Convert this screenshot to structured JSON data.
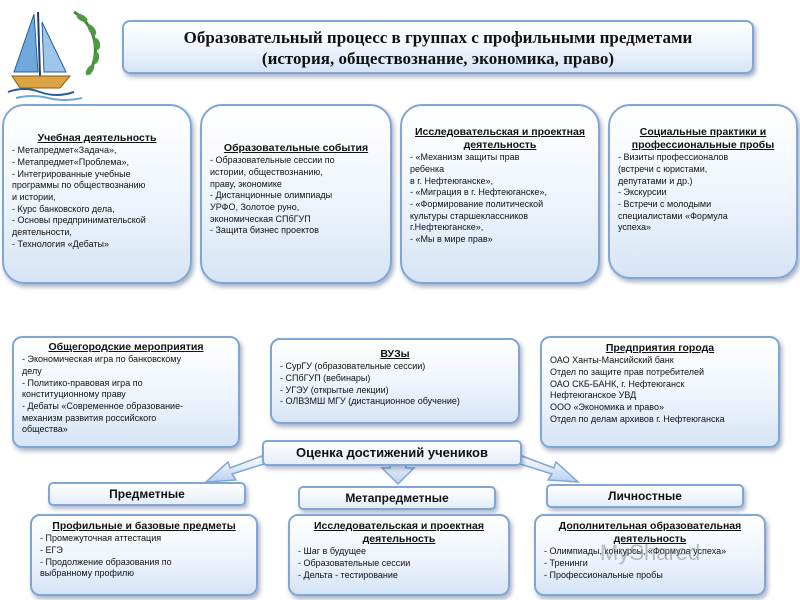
{
  "header": {
    "line1": "Образовательный процесс в группах с профильными предметами",
    "line2": "(история, обществознание, экономика, право)"
  },
  "top_boxes": [
    {
      "title": "Учебная деятельность",
      "items": [
        "- Метапредмет«Задача»,",
        "- Метапредмет«Проблема»,",
        "- Интегрированные учебные",
        "программы по обществознанию",
        "и истории,",
        "- Курс банковского дела,",
        "- Основы предпринимательской",
        "деятельности,",
        "- Технология «Дебаты»"
      ]
    },
    {
      "title": "Образовательные события",
      "items": [
        "- Образовательные сессии по",
        "истории, обществознанию,",
        "праву, экономике",
        "- Дистанционные олимпиады",
        "УРФО, Золотое руно,",
        "экономическая СПбГУП",
        "- Защита бизнес проектов"
      ]
    },
    {
      "title": "Исследовательская и проектная деятельность",
      "items": [
        "- «Механизм защиты прав",
        "ребенка",
        "в г. Нефтеюганске»,",
        "- «Миграция в г. Нефтеюганске»,",
        "- «Формирование политической",
        "культуры старшеклассников",
        "г.Нефтеюганске»,",
        "- «Мы в мире прав»"
      ]
    },
    {
      "title": "Социальные практики и профессиональные пробы",
      "items": [
        "- Визиты профессионалов",
        "(встречи с юристами,",
        "депутатами и др.)",
        "- Экскурсии",
        "- Встречи с молодыми",
        "специалистами «Формула",
        "успеха»"
      ]
    }
  ],
  "mid_boxes": [
    {
      "title": "Общегородские мероприятия",
      "items": [
        "- Экономическая игра по банковскому",
        "делу",
        "- Политико-правовая игра по",
        "конституционному праву",
        "- Дебаты «Современное образование-",
        "механизм развития российского",
        "общества»"
      ]
    },
    {
      "title": "ВУЗы",
      "items": [
        "- СурГУ (образовательные сессии)",
        "- СПбГУП (вебинары)",
        "- УГЭУ (открытые лекции)",
        "- ОЛВЗМШ МГУ (дистанционное обучение)"
      ]
    },
    {
      "title": "Предприятия города",
      "items": [
        "ОАО Ханты-Мансийский банк",
        "Отдел по защите прав потребителей",
        "ОАО СКБ-БАНК, г. Нефтеюганск",
        "Нефтеюганское УВД",
        "ООО «Экономика и право»",
        "Отдел по делам архивов г. Нефтеюганска"
      ]
    }
  ],
  "evaluation": "Оценка достижений учеников",
  "categories": [
    "Предметные",
    "Метапредметные",
    "Личностные"
  ],
  "bottom_boxes": [
    {
      "title": "Профильные и базовые предметы",
      "items": [
        "- Промежуточная аттестация",
        "- ЕГЭ",
        "- Продолжение образования по",
        "выбранному профилю"
      ]
    },
    {
      "title": "Исследовательская и проектная деятельность",
      "items": [
        "- Шаг в будущее",
        "- Образовательные сессии",
        "- Дельта - тестирование"
      ]
    },
    {
      "title": "Дополнительная образовательная деятельность",
      "items": [
        "- Олимпиады, конкурсы, «Формула успеха»",
        "- Тренинги",
        "- Профессиональные пробы"
      ]
    }
  ],
  "watermark": "MyShared"
}
